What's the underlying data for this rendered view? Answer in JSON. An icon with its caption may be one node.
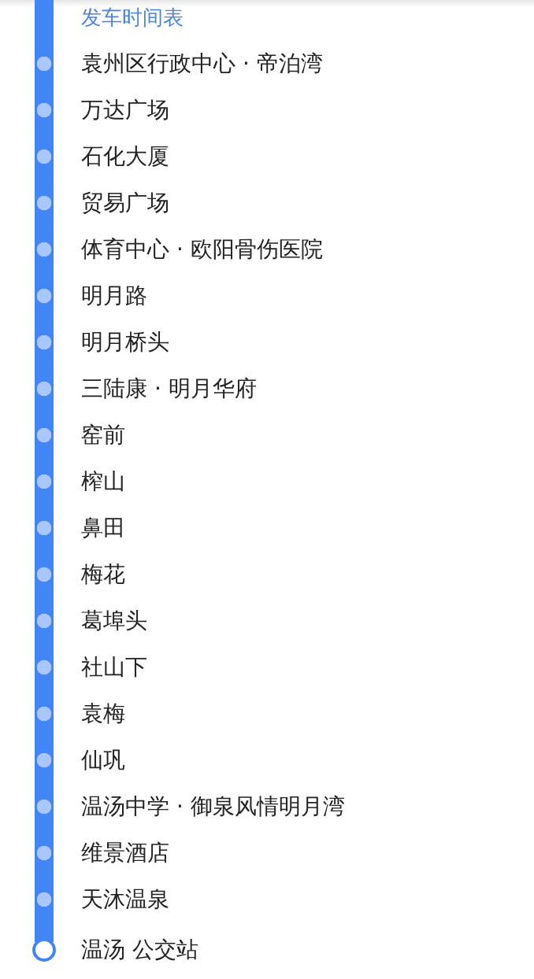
{
  "diagram": {
    "nodes": [
      {
        "text": [],
        "shape": "circle",
        "beside": [
          "袁州区行政中心 · 帝泊湾"
        ]
      },
      {
        "text": [],
        "shape": "circle",
        "beside": [
          "万达广场"
        ]
      },
      {
        "text": [],
        "shape": "circle",
        "beside": [
          "石化大厦"
        ]
      },
      {
        "text": [],
        "shape": "circle",
        "beside": [
          "贸易广场"
        ]
      },
      {
        "text": [],
        "shape": "circle",
        "beside": [
          "体育中心 · 欧阳骨伤医院"
        ]
      },
      {
        "text": [],
        "shape": "circle",
        "beside": [
          "明月路"
        ]
      },
      {
        "text": [],
        "shape": "circle",
        "beside": [
          "明月桥头"
        ]
      },
      {
        "text": [],
        "shape": "circle",
        "beside": [
          "三陆康 · 明月华府"
        ]
      },
      {
        "text": [],
        "shape": "circle",
        "beside": [
          "窑前"
        ]
      },
      {
        "text": [],
        "shape": "circle",
        "beside": [
          "榨山"
        ]
      },
      {
        "text": [],
        "shape": "circle",
        "beside": [
          "鼻田"
        ]
      },
      {
        "text": [],
        "shape": "circle",
        "beside": [
          "梅花"
        ]
      },
      {
        "text": [],
        "shape": "circle",
        "beside": [
          "葛埠头"
        ]
      },
      {
        "text": [],
        "shape": "circle",
        "beside": [
          "社山下"
        ]
      },
      {
        "text": [],
        "shape": "circle",
        "beside": [
          "袁梅"
        ]
      },
      {
        "text": [],
        "shape": "circle",
        "beside": [
          "仙巩"
        ]
      },
      {
        "text": [],
        "shape": "circle",
        "beside": [
          "温汤中学 · 御泉风情明月湾"
        ]
      },
      {
        "text": [],
        "shape": "circle",
        "beside": [
          "维景酒店"
        ]
      },
      {
        "text": [],
        "shape": "circle",
        "beside": [
          "天沐温泉"
        ]
      },
      {
        "text": [],
        "shape": "circle",
        "beside": [
          "温汤 公交站"
        ]
      }
    ],
    "edges": [
      {
        "from": null,
        "to": 0,
        "arrow": "none"
      },
      {
        "from": 0,
        "to": 1,
        "arrow": "none"
      },
      {
        "from": 1,
        "to": 2,
        "arrow": "none"
      },
      {
        "from": 2,
        "to": 3,
        "arrow": "none"
      },
      {
        "from": 3,
        "to": 4,
        "arrow": "none"
      },
      {
        "from": 4,
        "to": 5,
        "arrow": "none"
      },
      {
        "from": 5,
        "to": 6,
        "arrow": "none"
      },
      {
        "from": 6,
        "to": 7,
        "arrow": "none"
      },
      {
        "from": 7,
        "to": 8,
        "arrow": "none"
      },
      {
        "from": 8,
        "to": 9,
        "arrow": "none"
      },
      {
        "from": 9,
        "to": 10,
        "arrow": "none"
      },
      {
        "from": 10,
        "to": 11,
        "arrow": "none"
      },
      {
        "from": 11,
        "to": 12,
        "arrow": "none"
      },
      {
        "from": 12,
        "to": 13,
        "arrow": "none"
      },
      {
        "from": 13,
        "to": 14,
        "arrow": "none"
      },
      {
        "from": 14,
        "to": 15,
        "arrow": "none"
      },
      {
        "from": 15,
        "to": 16,
        "arrow": "none"
      },
      {
        "from": 16,
        "to": 17,
        "arrow": "none"
      },
      {
        "from": 17,
        "to": 18,
        "arrow": "none"
      },
      {
        "from": 18,
        "to": 19,
        "arrow": "none"
      }
    ],
    "labels": [
      "发车时间表"
    ]
  }
}
